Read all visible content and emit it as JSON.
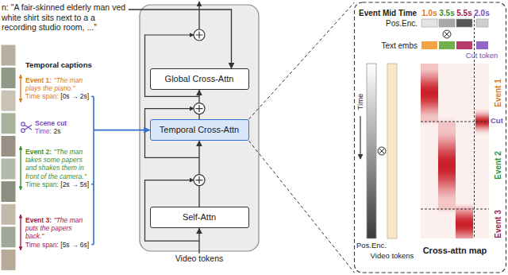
{
  "diagram": {
    "nodes": [
      {
        "text": [
          "n: \"A fair-skinned elderly man ved white shirt sits next to a a recording studio room, ...\""
        ]
      },
      {
        "text": [
          "Temporal captions"
        ]
      },
      {
        "text": [
          "Event 1:",
          "\"The man plays the piano.\"",
          "Time span:",
          "[0s → 2s]"
        ],
        "in": 1
      },
      {
        "text": [
          "Scene cut",
          "Time:",
          "2s"
        ],
        "in": 1
      },
      {
        "text": [
          "Event 2:",
          "\"The man takes some papers and shakes them in front of the camera.\"",
          "Time span:",
          "[2s → 5s]"
        ],
        "in": 1
      },
      {
        "text": [
          "Event 3:",
          "\"The man puts the papers back.\"",
          "Time span:",
          "[5s → 6s]"
        ],
        "in": 1
      },
      {
        "text": [
          "Global Cross-Attn"
        ]
      },
      {
        "text": [
          "Temporal Cross-Attn"
        ]
      },
      {
        "text": [
          "Self-Attn"
        ]
      },
      {
        "text": [
          "Video tokens"
        ]
      }
    ],
    "edges": [
      {
        "from": 0,
        "to": 6,
        "arrow": "to"
      },
      {
        "from": 1,
        "to": 7,
        "arrow": "to"
      },
      {
        "from": 9,
        "to": 8,
        "arrow": "to"
      },
      {
        "from": 8,
        "to": 7,
        "arrow": "to"
      },
      {
        "from": 7,
        "to": 6,
        "arrow": "to"
      }
    ],
    "labels": [
      "Event Mid Time",
      "1.0s",
      "3.5s",
      "5.5s",
      "2.0s",
      "Pos.Enc.",
      "Text embs",
      "Cut token",
      "Time",
      "Pos.Enc.",
      "Video tokens",
      "Event 1",
      "Event 2",
      "Event 3",
      "Cut",
      "Cross-attn map"
    ]
  }
}
